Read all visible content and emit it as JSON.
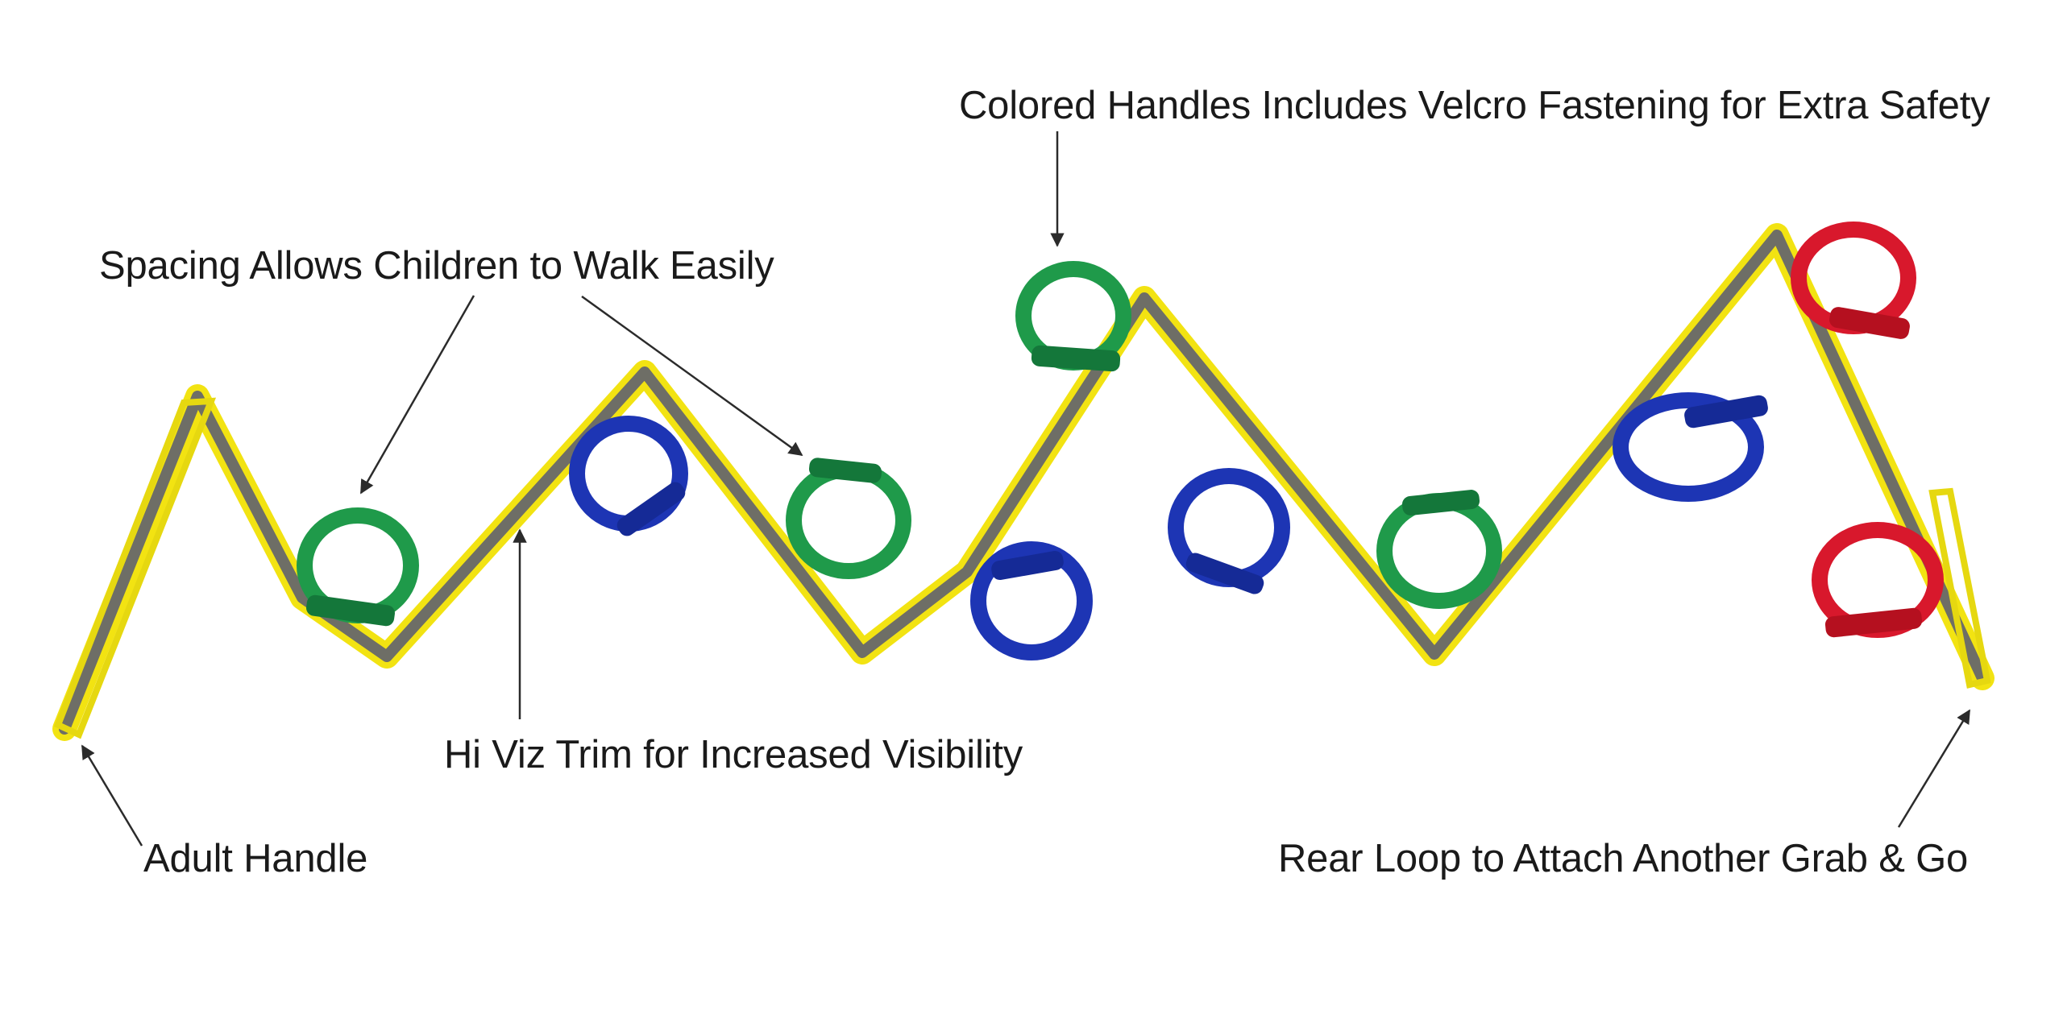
{
  "callouts": {
    "colored_handles": "Colored Handles Includes Velcro Fastening for Extra Safety",
    "spacing": "Spacing Allows Children to Walk Easily",
    "hi_viz": "Hi Viz Trim for Increased Visibility",
    "adult_handle": "Adult Handle",
    "rear_loop": "Rear Loop to Attach Another Grab & Go"
  },
  "colors": {
    "background": "#ffffff",
    "strap_trim": "#f2e312",
    "strap_reflective": "#6e6e66",
    "handle_green": "#1f9a4a",
    "handle_blue": "#1d35b4",
    "handle_red": "#d8182c",
    "arrow": "#2b2b2b"
  }
}
